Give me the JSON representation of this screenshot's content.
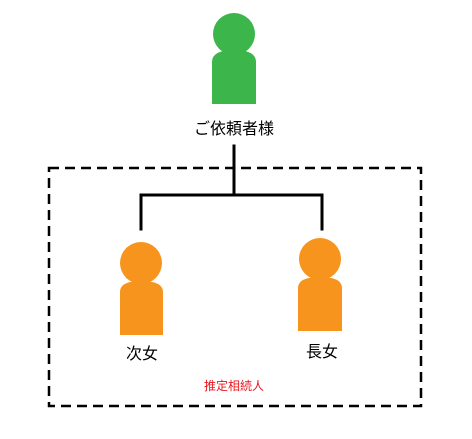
{
  "diagram": {
    "requester": {
      "label": "ご依頼者様",
      "color": "#3cb54a"
    },
    "heirs_group": {
      "label": "推定相続人",
      "label_color": "#e8161e",
      "border_color": "#000000"
    },
    "heirs": [
      {
        "label": "次女",
        "color": "#f7941d"
      },
      {
        "label": "長女",
        "color": "#f7941d"
      }
    ],
    "connector_color": "#000000",
    "icons": {
      "person": "person-icon"
    }
  }
}
